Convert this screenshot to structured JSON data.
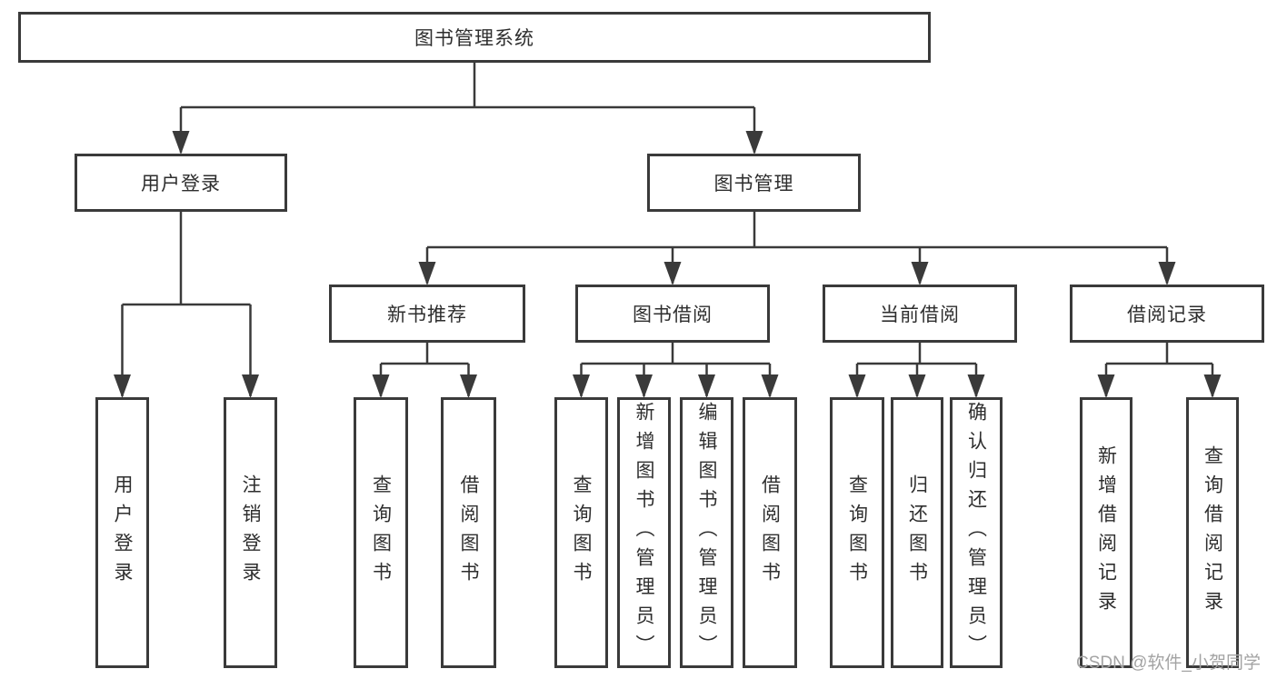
{
  "diagram": {
    "root": {
      "label": "图书管理系统"
    },
    "level2": [
      {
        "label": "用户登录"
      },
      {
        "label": "图书管理"
      }
    ],
    "level3": [
      {
        "label": "新书推荐"
      },
      {
        "label": "图书借阅"
      },
      {
        "label": "当前借阅"
      },
      {
        "label": "借阅记录"
      }
    ],
    "leaves": {
      "user_login": [
        {
          "label": "用户登录"
        },
        {
          "label": "注销登录"
        }
      ],
      "new_books": [
        {
          "label": "查询图书"
        },
        {
          "label": "借阅图书"
        }
      ],
      "book_borrow": [
        {
          "label": "查询图书"
        },
        {
          "label": "新增图书（管理员）"
        },
        {
          "label": "编辑图书（管理员）"
        },
        {
          "label": "借阅图书"
        }
      ],
      "current_borrow": [
        {
          "label": "查询图书"
        },
        {
          "label": "归还图书"
        },
        {
          "label": "确认归还（管理员）"
        }
      ],
      "borrow_records": [
        {
          "label": "新增借阅记录"
        },
        {
          "label": "查询借阅记录"
        }
      ]
    }
  },
  "watermark": {
    "text": "CSDN @软件_小贺同学"
  },
  "colors": {
    "line": "#3a3a3a",
    "text": "#2e2e2e",
    "watermark": "#a3a3a3",
    "background": "#ffffff"
  }
}
